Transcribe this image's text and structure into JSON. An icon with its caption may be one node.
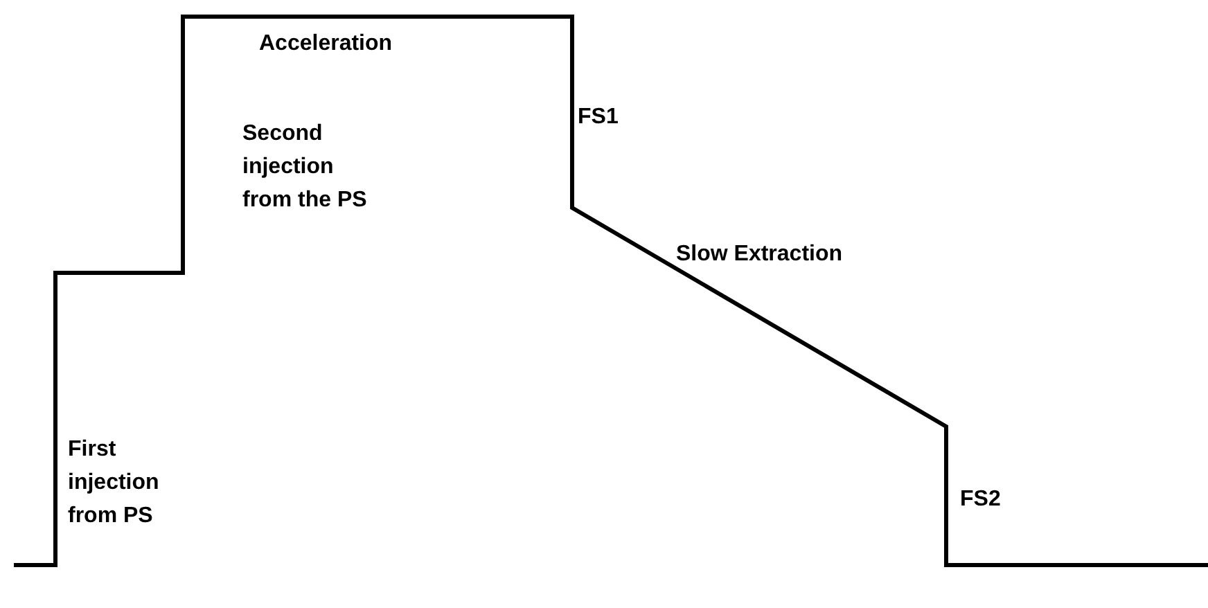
{
  "diagram": {
    "labels": [
      "Acceleration",
      "FS1",
      "Second injection from the PS",
      "Slow Extraction",
      "First injection from PS",
      "FS2"
    ]
  }
}
